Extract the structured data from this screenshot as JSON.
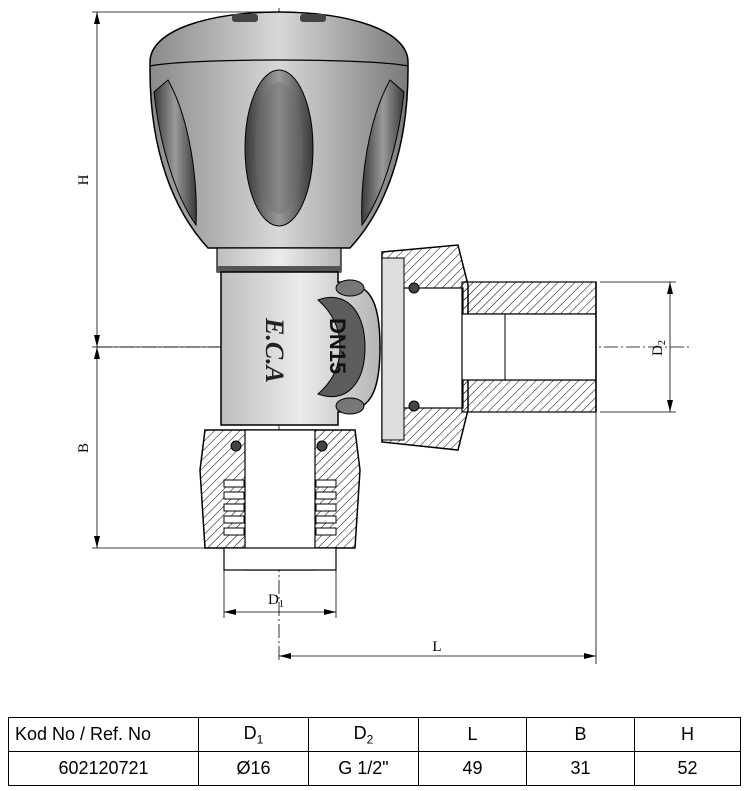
{
  "drawing": {
    "brand_text": "E.C.A",
    "body_marking": "DN15",
    "dimensions": {
      "H": "H",
      "B": "B",
      "L": "L",
      "D1": {
        "letter": "D",
        "subscript": "1"
      },
      "D2": {
        "letter": "D",
        "subscript": "2"
      }
    }
  },
  "table": {
    "headers": [
      {
        "text": "Kod No / Ref. No",
        "sub": ""
      },
      {
        "text": "D",
        "sub": "1"
      },
      {
        "text": "D",
        "sub": "2"
      },
      {
        "text": "L",
        "sub": ""
      },
      {
        "text": "B",
        "sub": ""
      },
      {
        "text": "H",
        "sub": ""
      }
    ],
    "rows": [
      [
        "602120721",
        "Ø16",
        "G 1/2\"",
        "49",
        "31",
        "52"
      ]
    ]
  }
}
